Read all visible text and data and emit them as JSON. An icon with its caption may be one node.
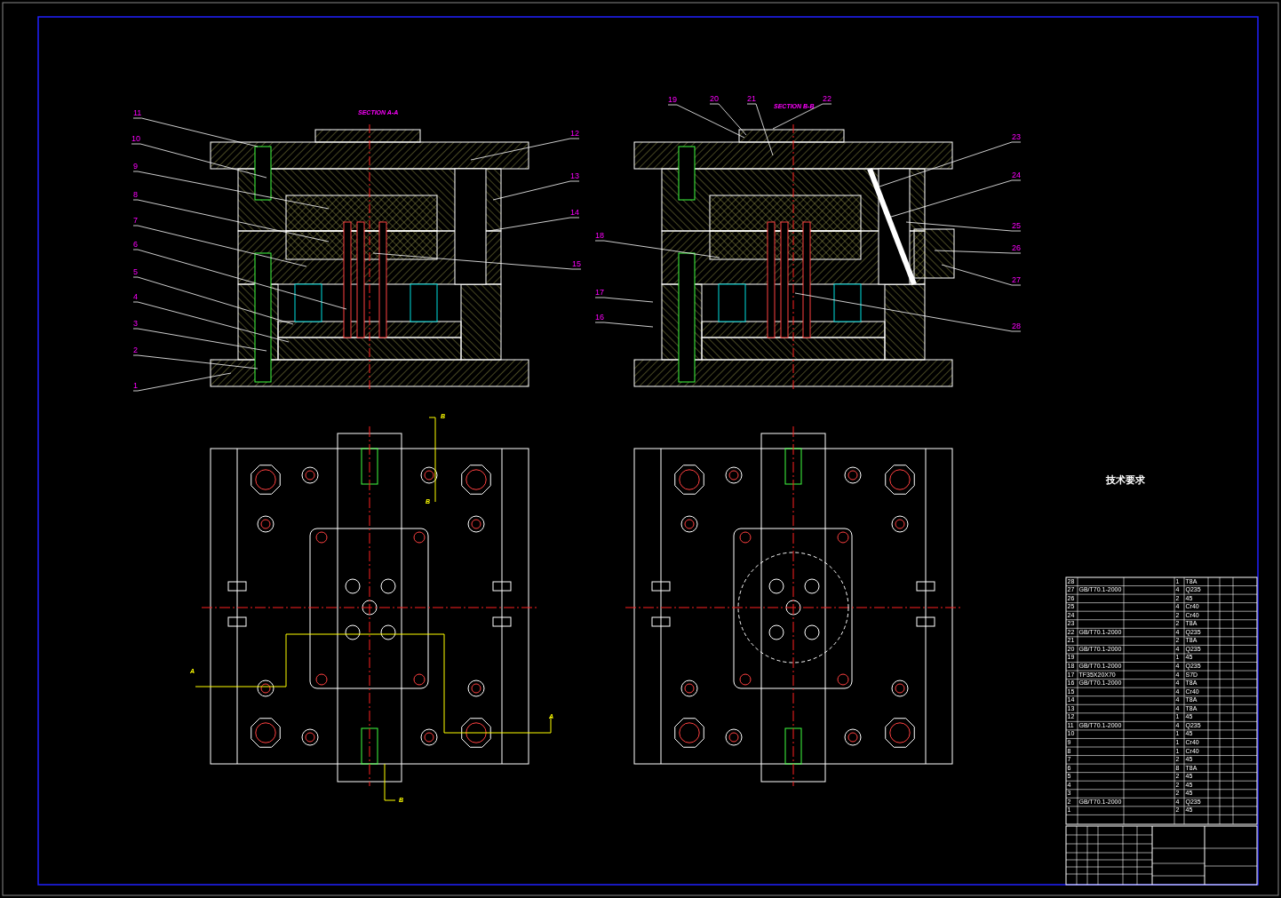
{
  "diagram": {
    "nodes": [
      {
        "text": [
          "1"
        ]
      },
      {
        "text": [
          "2"
        ]
      },
      {
        "text": [
          "3"
        ]
      },
      {
        "text": [
          "4"
        ]
      },
      {
        "text": [
          "5"
        ]
      },
      {
        "text": [
          "6"
        ]
      },
      {
        "text": [
          "7"
        ]
      },
      {
        "text": [
          "8"
        ]
      },
      {
        "text": [
          "9"
        ]
      },
      {
        "text": [
          "10"
        ]
      },
      {
        "text": [
          "11"
        ]
      },
      {
        "text": [
          "12"
        ]
      },
      {
        "text": [
          "13"
        ]
      },
      {
        "text": [
          "14"
        ]
      },
      {
        "text": [
          "15"
        ]
      },
      {
        "text": [
          "16"
        ]
      },
      {
        "text": [
          "17"
        ]
      },
      {
        "text": [
          "18"
        ]
      },
      {
        "text": [
          "19"
        ]
      },
      {
        "text": [
          "20"
        ]
      },
      {
        "text": [
          "21"
        ]
      },
      {
        "text": [
          "22"
        ]
      },
      {
        "text": [
          "23"
        ]
      },
      {
        "text": [
          "24"
        ]
      },
      {
        "text": [
          "25"
        ]
      },
      {
        "text": [
          "26"
        ]
      },
      {
        "text": [
          "27"
        ]
      },
      {
        "text": [
          "28"
        ]
      }
    ],
    "edges": [
      {
        "from": 0,
        "to": null,
        "arrow": "none"
      },
      {
        "from": 1,
        "to": null,
        "arrow": "none"
      },
      {
        "from": 2,
        "to": null,
        "arrow": "none"
      },
      {
        "from": 3,
        "to": null,
        "arrow": "none"
      },
      {
        "from": 4,
        "to": null,
        "arrow": "none"
      },
      {
        "from": 5,
        "to": null,
        "arrow": "none"
      },
      {
        "from": 6,
        "to": null,
        "arrow": "none"
      },
      {
        "from": 7,
        "to": null,
        "arrow": "none"
      },
      {
        "from": 8,
        "to": null,
        "arrow": "none"
      },
      {
        "from": 9,
        "to": null,
        "arrow": "none"
      },
      {
        "from": 10,
        "to": null,
        "arrow": "none"
      },
      {
        "from": 11,
        "to": null,
        "arrow": "none"
      },
      {
        "from": 12,
        "to": null,
        "arrow": "none"
      },
      {
        "from": 13,
        "to": null,
        "arrow": "none"
      },
      {
        "from": 14,
        "to": null,
        "arrow": "none"
      },
      {
        "from": 15,
        "to": null,
        "arrow": "none"
      },
      {
        "from": 16,
        "to": null,
        "arrow": "none"
      },
      {
        "from": 17,
        "to": null,
        "arrow": "none"
      },
      {
        "from": 18,
        "to": null,
        "arrow": "none"
      },
      {
        "from": 19,
        "to": null,
        "arrow": "none"
      },
      {
        "from": 20,
        "to": null,
        "arrow": "none"
      },
      {
        "from": 21,
        "to": null,
        "arrow": "none"
      },
      {
        "from": 22,
        "to": null,
        "arrow": "none"
      },
      {
        "from": 23,
        "to": null,
        "arrow": "none"
      },
      {
        "from": 24,
        "to": null,
        "arrow": "none"
      },
      {
        "from": 25,
        "to": null,
        "arrow": "none"
      },
      {
        "from": 26,
        "to": null,
        "arrow": "none"
      },
      {
        "from": 27,
        "to": null,
        "arrow": "none"
      }
    ],
    "labels": [
      "SECTION A-A",
      "SECTION B-B",
      "B",
      "B",
      "A",
      "A",
      "B",
      "技术要求",
      "28",
      "1",
      "T8A",
      "27",
      "GB/T70.1-2000",
      "4",
      "Q235",
      "26",
      "2",
      "45",
      "25",
      "4",
      "Cr40",
      "24",
      "2",
      "Cr40",
      "23",
      "2",
      "T8A",
      "22",
      "GB/T70.1-2000",
      "4",
      "Q235",
      "21",
      "2",
      "T8A",
      "20",
      "GB/T70.1-2000",
      "4",
      "Q235",
      "19",
      "1",
      "45",
      "18",
      "GB/T70.1-2000",
      "4",
      "Q235",
      "17",
      "TF35X20X70",
      "4",
      "S7D",
      "16",
      "GB/T70.1-2000",
      "4",
      "T8A",
      "15",
      "4",
      "Cr40",
      "14",
      "4",
      "T8A",
      "13",
      "4",
      "T8A",
      "12",
      "1",
      "45",
      "11",
      "GB/T70.1-2000",
      "4",
      "Q235",
      "10",
      "1",
      "45",
      "9",
      "1",
      "Cr40",
      "8",
      "1",
      "Cr40",
      "7",
      "2",
      "45",
      "6",
      "8",
      "T8A",
      "5",
      "2",
      "45",
      "4",
      "2",
      "45",
      "3",
      "2",
      "45",
      "2",
      "GB/T70.1-2000",
      "4",
      "Q235",
      "1",
      "2",
      "45"
    ]
  }
}
